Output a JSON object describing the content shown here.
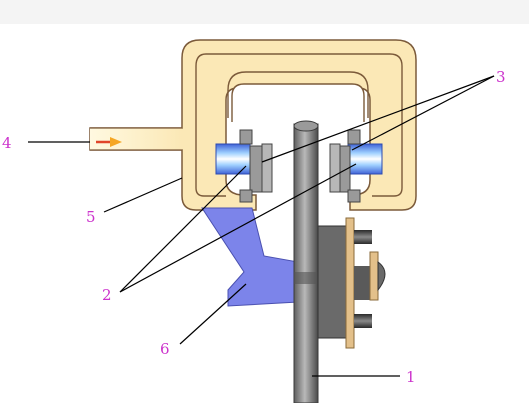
{
  "diagram": {
    "labels": {
      "n1": "1",
      "n2": "2",
      "n3": "3",
      "n4": "4",
      "n5": "5",
      "n6": "6"
    },
    "colors": {
      "label": "#cc33cc",
      "housing_outer": "#fbe8b6",
      "housing_inner": "#fbdcae",
      "shaft": "#7a7a7a",
      "bracket": "#7c84ea",
      "bearing_light": "#9fd0ff",
      "bearing_dark": "#3f63d8",
      "hub_plate": "#e3c08a",
      "inlet_arrow": "#f5a623"
    }
  }
}
